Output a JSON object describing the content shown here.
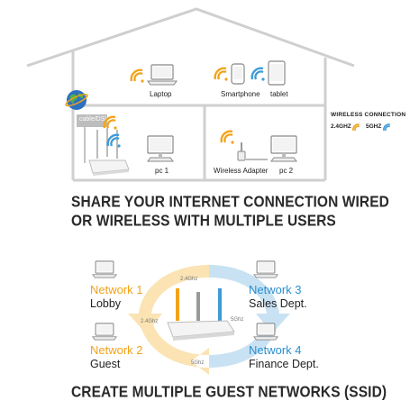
{
  "house": {
    "devices": {
      "laptop": "Laptop",
      "smartphone": "Smartphone",
      "tablet": "tablet",
      "pc1": "pc 1",
      "wireless_adapter": "Wireless Adapter",
      "pc2": "pc 2",
      "modem": "cable/DSL"
    },
    "legend": {
      "title": "WIRELESS CONNECTION",
      "band_24": "2.4GHZ",
      "band_5": "5GHZ",
      "color_24": "#f2a31b",
      "color_5": "#3d9bd8"
    }
  },
  "headline1": {
    "line1": "SHARE YOUR INTERNET CONNECTION WIRED",
    "line2": "OR WIRELESS WITH MULTIPLE USERS"
  },
  "networks": [
    {
      "name": "Network 1",
      "sub": "Lobby",
      "color": "#f1a21a"
    },
    {
      "name": "Network 2",
      "sub": "Guest",
      "color": "#f1a21a"
    },
    {
      "name": "Network 3",
      "sub": "Sales Dept.",
      "color": "#2a8fd0"
    },
    {
      "name": "Network 4",
      "sub": "Finance Dept.",
      "color": "#2a8fd0"
    }
  ],
  "cycle_labels": {
    "top_left": "2.4Ghz",
    "left": "2.4Ghz",
    "right": "5Ghz",
    "bottom": "5Ghz"
  },
  "headline2": "CREATE MULTIPLE GUEST NETWORKS (SSID)"
}
